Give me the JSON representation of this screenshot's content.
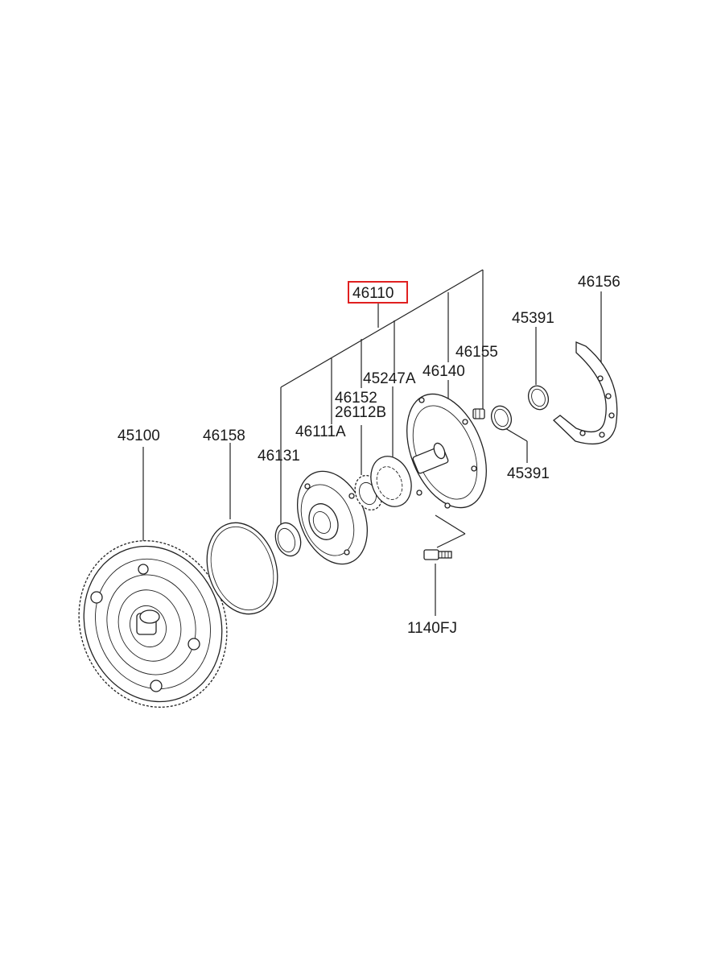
{
  "labels": {
    "p46110": "46110",
    "p46156": "46156",
    "p45391_top": "45391",
    "p46155": "46155",
    "p45247A": "45247A",
    "p46140": "46140",
    "p46152": "46152",
    "p26112B": "26112B",
    "p46111A": "46111A",
    "p45100": "45100",
    "p46158": "46158",
    "p46131": "46131",
    "p45391_bottom": "45391",
    "p1140FJ": "1140FJ"
  },
  "colors": {
    "highlight": "#e02020",
    "line": "#222222"
  }
}
